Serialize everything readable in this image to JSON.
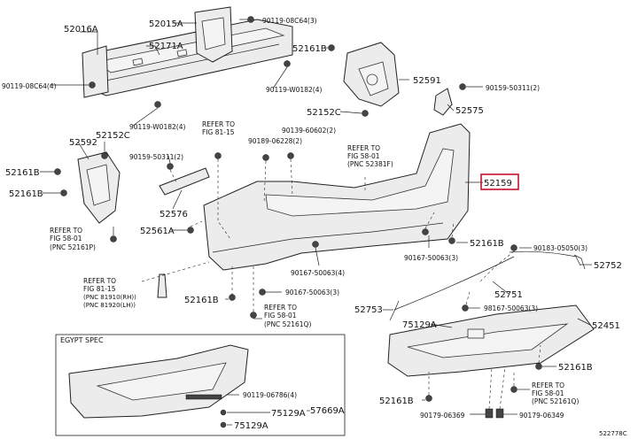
{
  "labels": {
    "l52016a": "52016A",
    "l52015a": "52015A",
    "l90119_08c64_3": "90119-08C64(3)",
    "l52171a": "52171A",
    "l52161b_top": "52161B",
    "l90119_08c64_4": "90119-08C64(4)",
    "l90119_w0182_4a": "90119-W0182(4)",
    "l52591": "52591",
    "l90159_50311_2a": "90159-50311(2)",
    "l52152c_top": "52152C",
    "l52575": "52575",
    "l90119_w0182_4b": "90119-W0182(4)",
    "ref_81_15_a1": "REFER TO",
    "ref_81_15_a2": "FIG 81-15",
    "l90189_06228_2": "90189-06228(2)",
    "l90139_60602_2": "90139-60602(2)",
    "l52152c_left": "52152C",
    "l52592": "52592",
    "ref_58_01_b1": "REFER TO",
    "ref_58_01_b2": "FIG 58-01",
    "ref_58_01_b3": "(PNC 52381F)",
    "l52161b_left1": "52161B",
    "l90159_50311_2b": "90159-50311(2)",
    "l52159": "52159",
    "l52161b_left2": "52161B",
    "l52576": "52576",
    "l52561a": "52561A",
    "ref_58_01_c1": "REFER TO",
    "ref_58_01_c2": "FIG 58-01",
    "ref_58_01_c3": "(PNC 52161P)",
    "l52161b_mid": "52161B",
    "l90183_05050_3": "90183-05050(3)",
    "l90167_50063_3a": "90167-50063(3)",
    "l52752": "52752",
    "l90167_50063_4": "90167-50063(4)",
    "ref_81_15_d1": "REFER TO",
    "ref_81_15_d2": "FIG 81-15",
    "ref_81_15_d3": "(PNC 81910(RH))",
    "ref_81_15_d4": "(PNC 81920(LH))",
    "l90167_50063_3b": "90167-50063(3)",
    "l52751": "52751",
    "l52161b_low": "52161B",
    "ref_58_01_e1": "REFER TO",
    "ref_58_01_e2": "FIG 58-01",
    "ref_58_01_e3": "(PNC 52161Q)",
    "l52753": "52753",
    "l98167_50063_3": "98167-50063(3)",
    "l75129a_r": "75129A",
    "l52451": "52451",
    "egypt_spec": "EGYPT SPEC",
    "l52161b_r": "52161B",
    "ref_58_01_f1": "REFER TO",
    "ref_58_01_f2": "FIG 58-01",
    "ref_58_01_f3": "(PNC 52161Q)",
    "l90119_06786_4": "90119-06786(4)",
    "l57669a": "57669A",
    "l75129a_1": "75129A",
    "l75129a_2": "75129A",
    "l52161b_bot": "52161B",
    "l90179_06369": "90179-06369",
    "l90179_06349": "90179-06349",
    "corner_code": "522778C"
  },
  "colors": {
    "highlight": "#c4122f",
    "line": "#222222"
  }
}
